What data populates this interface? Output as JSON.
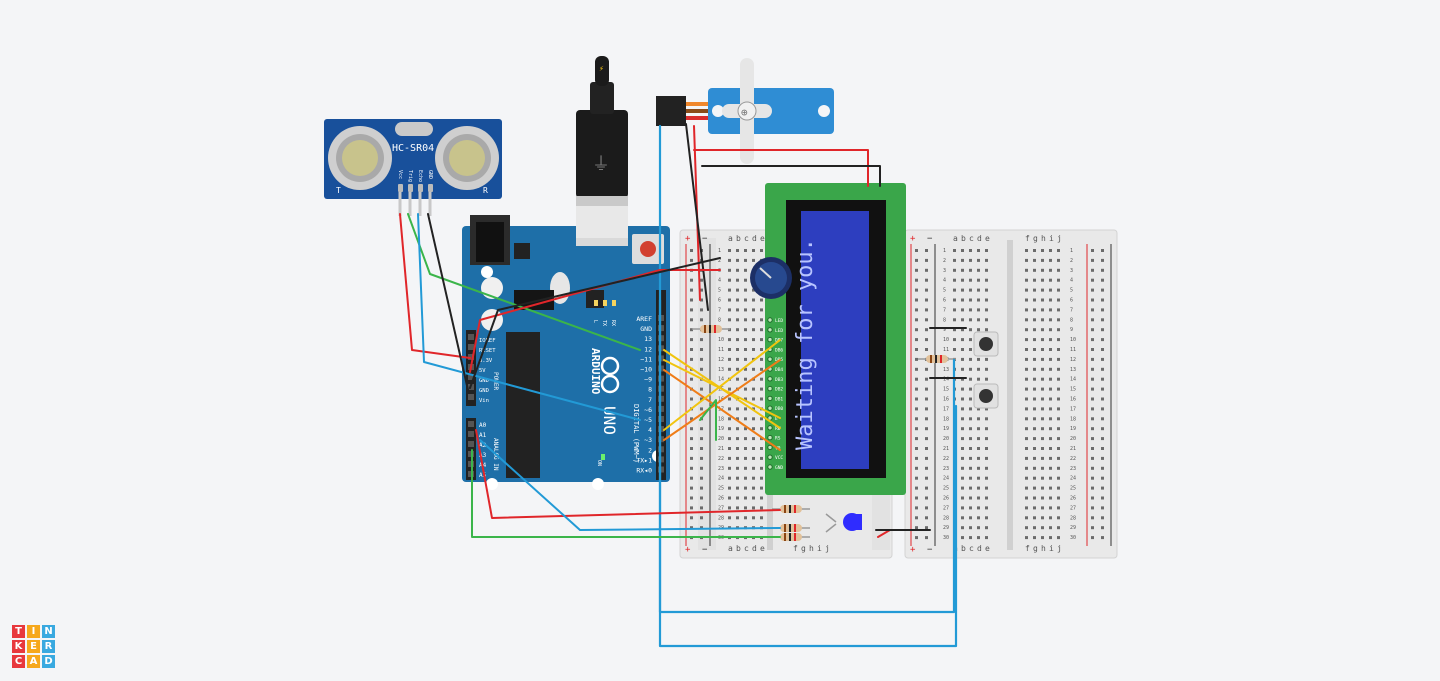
{
  "app": {
    "logo_letters": [
      "T",
      "I",
      "N",
      "K",
      "E",
      "R",
      "C",
      "A",
      "D"
    ],
    "logo_colors": [
      "#e8383d",
      "#f6a81c",
      "#39a9e0",
      "#e8383d",
      "#f6a81c",
      "#39a9e0",
      "#e8383d",
      "#f6a81c",
      "#39a9e0"
    ]
  },
  "sensor": {
    "model": "HC-SR04",
    "left_mark": "T",
    "right_mark": "R",
    "pins": [
      "Vcc",
      "Trig",
      "Echo",
      "GND"
    ]
  },
  "arduino": {
    "brand": "ARDUINO",
    "model": "UNO",
    "power_label": "POWER",
    "analog_label": "ANALOG IN",
    "digital_label": "DIGITAL (PWM~)",
    "on_label": "ON",
    "power_pins": [
      "IOREF",
      "RESET",
      "3.3V",
      "5V",
      "GND",
      "GND",
      "Vin"
    ],
    "analog_pins": [
      "A0",
      "A1",
      "A2",
      "A3",
      "A4",
      "A5"
    ],
    "digital_pins": [
      "AREF",
      "GND",
      "13",
      "12",
      "~11",
      "~10",
      "~9",
      "8",
      "7",
      "~6",
      "~5",
      "4",
      "~3",
      "2",
      "TX▸1",
      "RX◂0"
    ],
    "led_labels": [
      "L",
      "TX",
      "RX"
    ]
  },
  "lcd": {
    "message": "Waiting for you.",
    "pins": [
      "LED",
      "LED",
      "DB7",
      "DB6",
      "DB5",
      "DB4",
      "DB3",
      "DB2",
      "DB1",
      "DB0",
      "E",
      "RW",
      "RS",
      "V0",
      "VCC",
      "GND"
    ]
  },
  "breadboard": {
    "cols_left": [
      "a",
      "b",
      "c",
      "d",
      "e"
    ],
    "cols_right": [
      "f",
      "g",
      "h",
      "i",
      "j"
    ],
    "rows": [
      "1",
      "2",
      "3",
      "4",
      "5",
      "6",
      "7",
      "8",
      "9",
      "10",
      "11",
      "12",
      "13",
      "14",
      "15",
      "16",
      "17",
      "18",
      "19",
      "20",
      "21",
      "22",
      "23",
      "24",
      "25",
      "26",
      "27",
      "28",
      "29",
      "30"
    ],
    "plus": "+",
    "minus": "−"
  },
  "colors": {
    "wire_red": "#e0262a",
    "wire_black": "#222222",
    "wire_green": "#3bb54a",
    "wire_blue": "#229ad6",
    "wire_yellow": "#f1c40f",
    "wire_orange": "#ef7d18",
    "arduino_blue": "#1e6fa8",
    "sensor_blue": "#18509b",
    "lcd_green": "#3aa64a",
    "lcd_screen": "#2d3ebf",
    "servo_blue": "#2f8dd4"
  }
}
